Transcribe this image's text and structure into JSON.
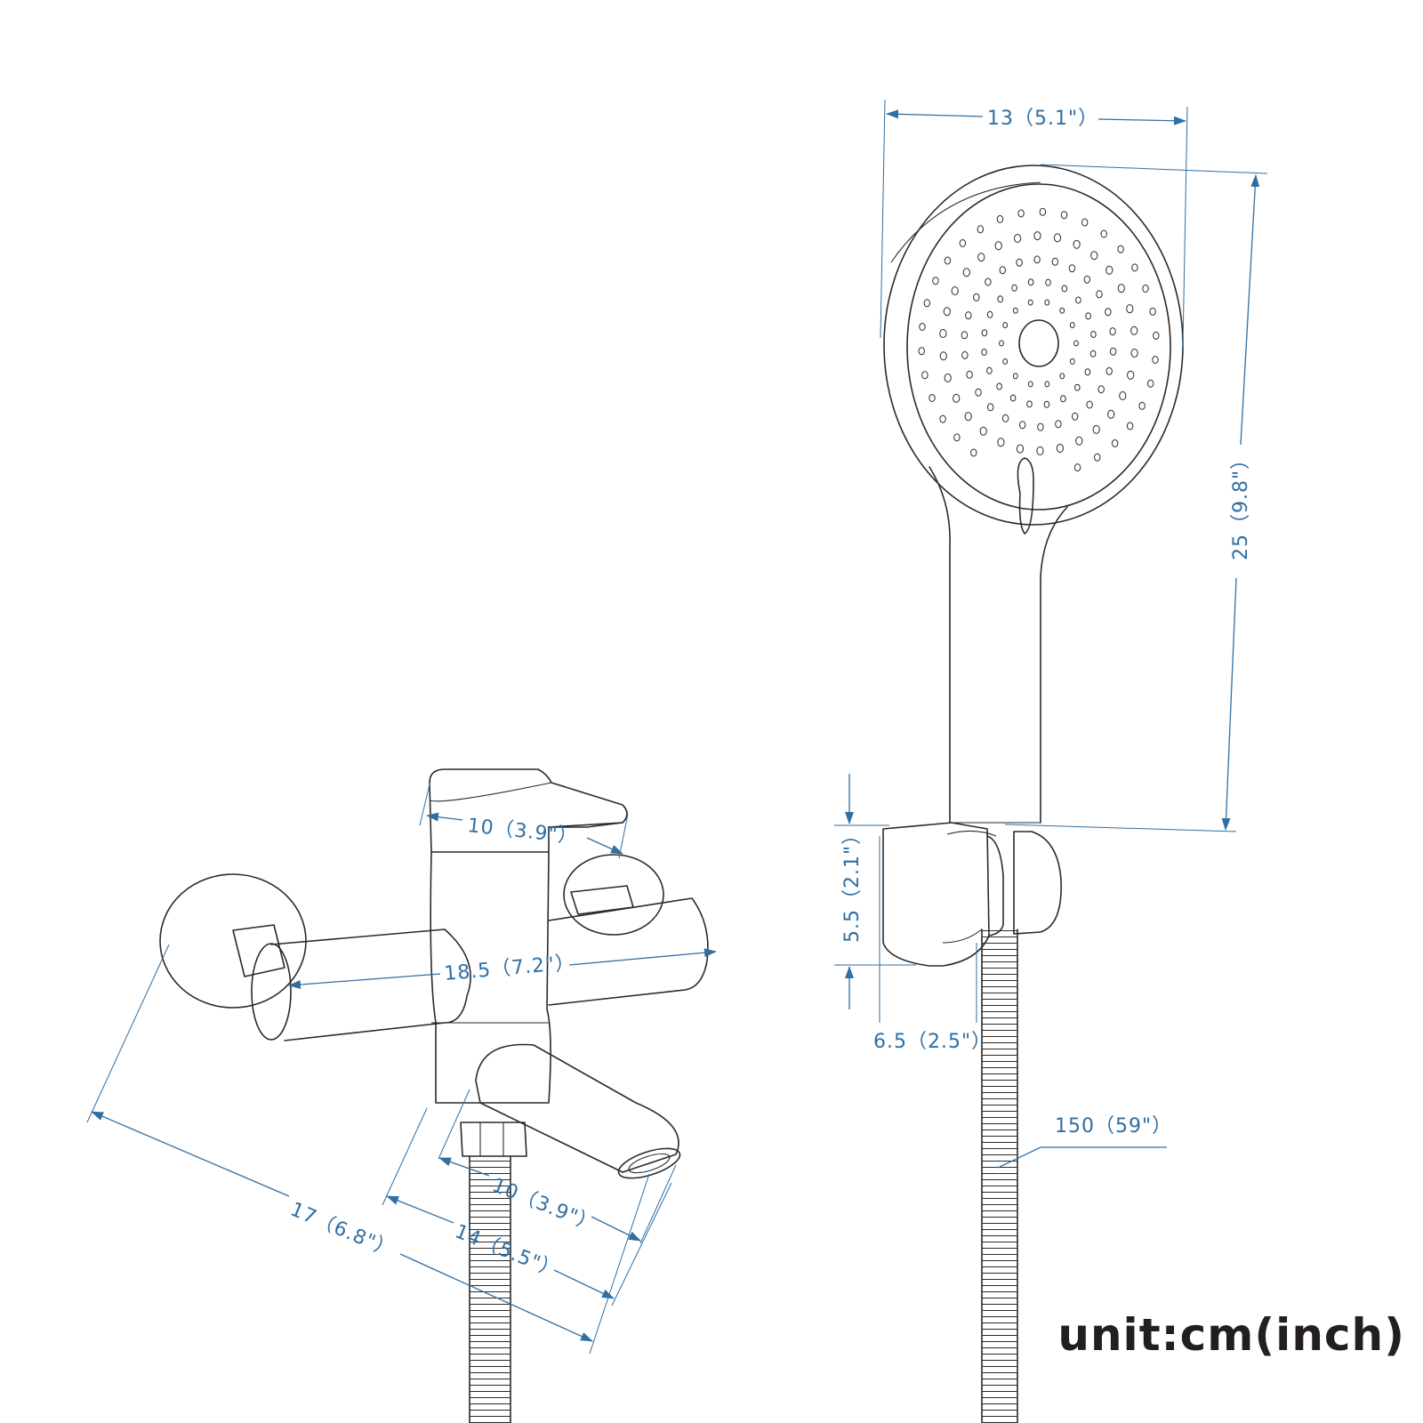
{
  "dimensions": {
    "head_width": "13（5.1\"）",
    "head_length": "25（9.8\"）",
    "holder_height": "5.5（2.1\"）",
    "holder_width": "6.5（2.5\"）",
    "hose_length": "150（59\"）",
    "lever_length": "10（3.9\"）",
    "body_width": "18.5（7.2\"）",
    "spout_length": "10（3.9\"）",
    "spout_reach": "14（5.5\"）",
    "total_depth": "17（6.8\"）"
  },
  "unit_label": "unit:cm(inch)",
  "colors": {
    "dimension": "#2f6fa3",
    "line": "#2a2a2a",
    "label": "#231f1f"
  }
}
